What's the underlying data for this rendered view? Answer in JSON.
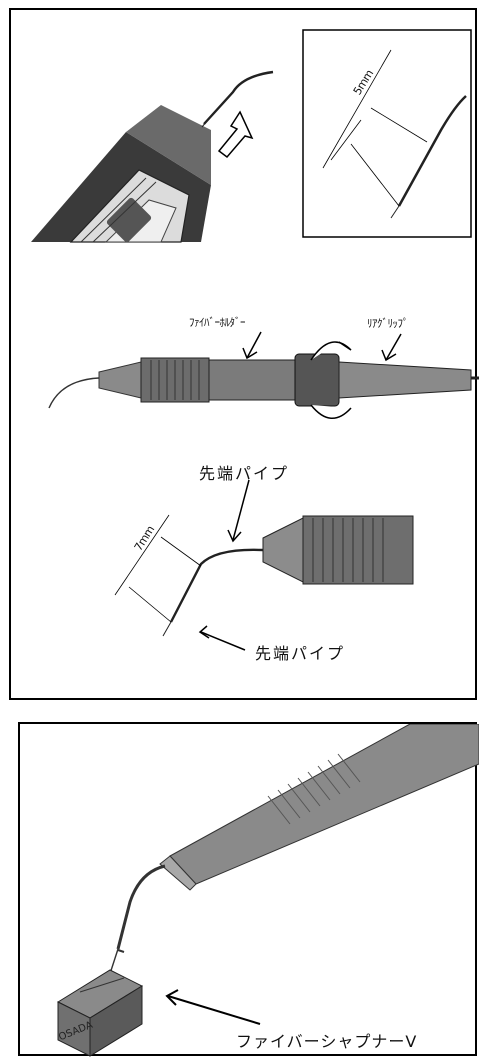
{
  "labels": {
    "fiber_holder": "ﾌｧｲﾊﾞｰﾎﾙﾀﾞｰ",
    "rear_grip": "ﾘｱｸﾞﾘｯﾌﾟ",
    "tip_pipe_upper": "先端パイプ",
    "tip_pipe_lower": "先端パイプ",
    "dim_5mm": "5mm",
    "dim_7mm": "7mm",
    "sharpener": "ファイバーシャプナーV",
    "box_brand": "OSADA"
  },
  "colors": {
    "handle_dark": "#3c3c3c",
    "handle_light": "#8a8a8a",
    "pen_body": "#7e7e7e",
    "outline": "#000000"
  }
}
